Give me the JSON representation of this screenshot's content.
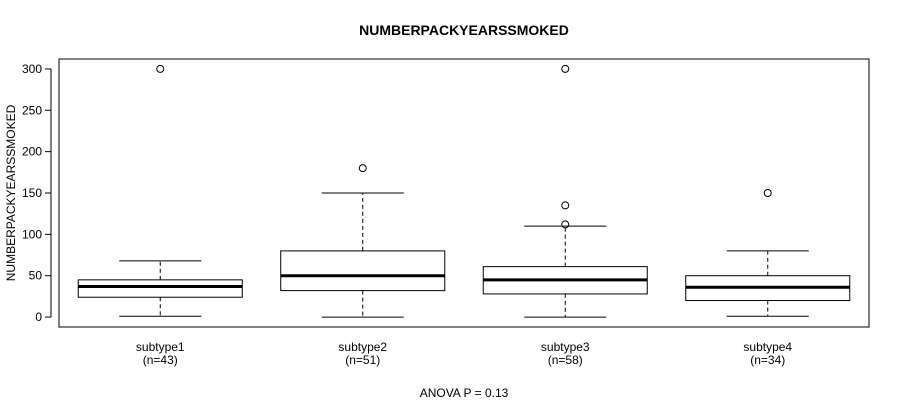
{
  "chart_data": {
    "type": "box",
    "title": "NUMBERPACKYEARSSMOKED",
    "xlabel": "",
    "ylabel": "NUMBERPACKYEARSSMOKED",
    "ylim": [
      -12,
      312
    ],
    "yticks": [
      0,
      50,
      100,
      150,
      200,
      250,
      300
    ],
    "categories": [
      "subtype1",
      "subtype2",
      "subtype3",
      "subtype4"
    ],
    "counts": [
      "(n=43)",
      "(n=51)",
      "(n=58)",
      "(n=34)"
    ],
    "boxes": [
      {
        "whisker_low": 1,
        "q1": 24,
        "median": 37,
        "q3": 45,
        "whisker_high": 68,
        "outliers": [
          300
        ]
      },
      {
        "whisker_low": 0,
        "q1": 32,
        "median": 50,
        "q3": 80,
        "whisker_high": 150,
        "outliers": [
          180
        ]
      },
      {
        "whisker_low": 0,
        "q1": 28,
        "median": 45,
        "q3": 61,
        "whisker_high": 110,
        "outliers": [
          112,
          135,
          300
        ]
      },
      {
        "whisker_low": 1,
        "q1": 20,
        "median": 36,
        "q3": 50,
        "whisker_high": 80,
        "outliers": [
          150
        ]
      }
    ],
    "footnote": "ANOVA P = 0.13",
    "grid": false,
    "legend": "none"
  }
}
